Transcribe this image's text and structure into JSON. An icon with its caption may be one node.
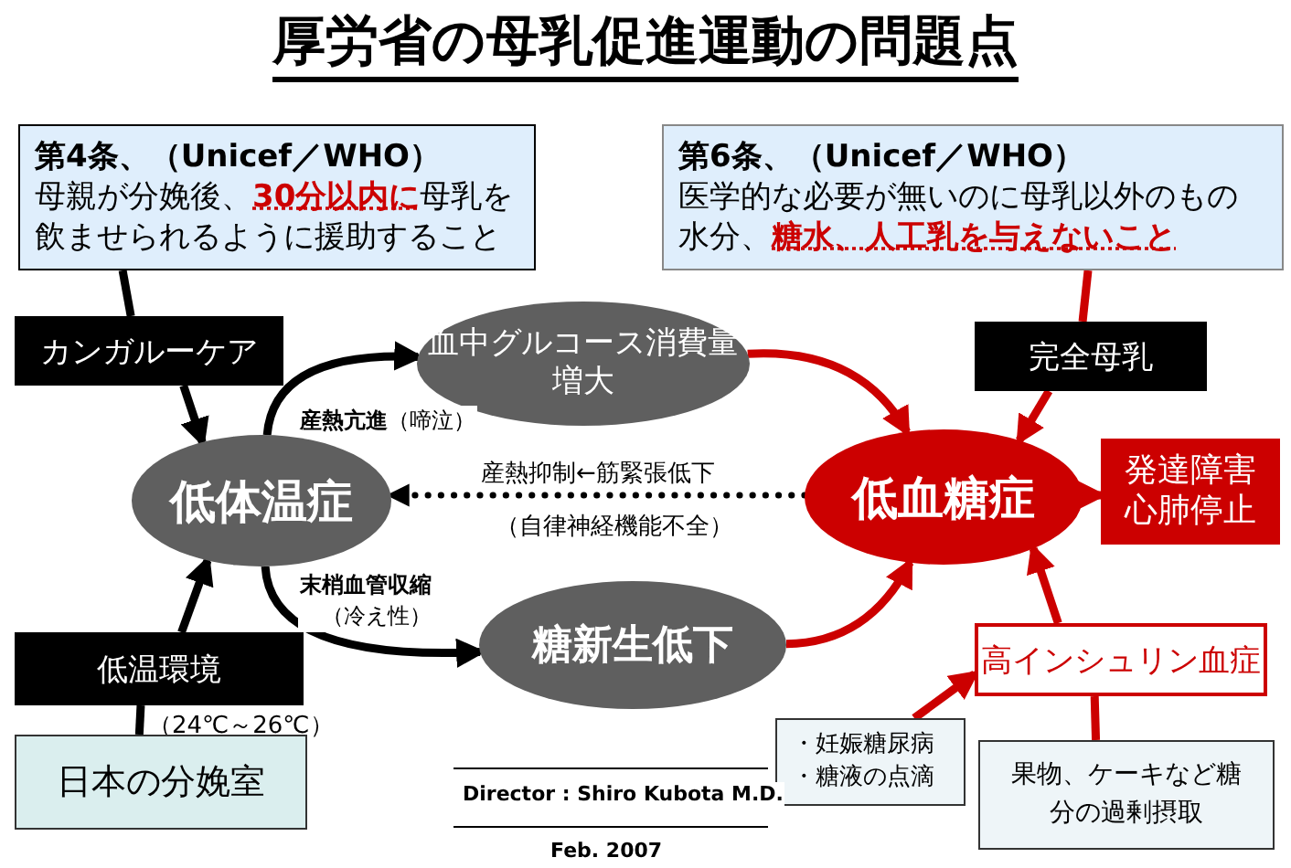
{
  "diagram": {
    "title": "厚労省の母乳促進運動の問題点",
    "nodes": [
      {
        "text": [
          "第4条、（Unicef／WHO）",
          "母親が分娩後、**30分以内に**母乳を飲ませられるように援助すること"
        ]
      },
      {
        "text": [
          "カンガルーケア"
        ]
      },
      {
        "text": [
          "血中グルコース消費量増大"
        ]
      },
      {
        "text": [
          "第6条、（Unicef／WHO）",
          "医学的な必要が無いのに母乳以外のもの水分、**糖水、人工乳を与えないこと**"
        ]
      },
      {
        "text": [
          "完全母乳"
        ]
      },
      {
        "text": [
          "低体温症"
        ]
      },
      {
        "text": [
          "低血糖症"
        ]
      },
      {
        "text": [
          "発達障害心肺停止"
        ]
      },
      {
        "text": [
          "低温環境"
        ],
        "beside": [
          "（24℃～26℃）"
        ]
      },
      {
        "text": [
          "糖新生低下"
        ]
      },
      {
        "text": [
          "高インシュリン血症"
        ]
      },
      {
        "text": [
          "日本の分娩室"
        ]
      },
      {
        "text": [
          "・妊娠糖尿病",
          "・糖液の点滴"
        ]
      },
      {
        "text": [
          "果物、ケーキなど糖分の過剰摂取"
        ]
      }
    ],
    "edges": [
      {
        "from": 0,
        "to": 1,
        "arrow": "none",
        "color": "#000000"
      },
      {
        "from": 1,
        "to": 5,
        "arrow": "to",
        "color": "#000000"
      },
      {
        "from": 5,
        "to": 2,
        "arrow": "to",
        "label": "**産熱亢進**（啼泣）",
        "color": "#000000"
      },
      {
        "from": 5,
        "to": 9,
        "arrow": "to",
        "label": "**末梢血管収縮**（冷え性）",
        "color": "#000000"
      },
      {
        "from": 2,
        "to": 6,
        "arrow": "to"
      },
      {
        "from": 9,
        "to": 6,
        "arrow": "to"
      },
      {
        "from": 6,
        "to": 5,
        "arrow": "to",
        "label": "産熱抑制←筋緊張低下",
        "style": "dashed",
        "color": "#000000"
      },
      {
        "from": 3,
        "to": 4,
        "arrow": "none"
      },
      {
        "from": 4,
        "to": 6,
        "arrow": "to"
      },
      {
        "from": 6,
        "to": 7,
        "arrow": "to"
      },
      {
        "from": 10,
        "to": 6,
        "arrow": "to"
      },
      {
        "from": 12,
        "to": 10,
        "arrow": "to"
      },
      {
        "from": 13,
        "to": 10,
        "arrow": "none"
      },
      {
        "from": 11,
        "to": 8,
        "arrow": "none",
        "color": "#000000"
      },
      {
        "from": 8,
        "to": 5,
        "arrow": "to",
        "color": "#000000"
      }
    ],
    "labels": [
      "（自律神経機能不全）",
      "Director : Shiro Kubota M.D.",
      "Feb. 2007"
    ]
  }
}
